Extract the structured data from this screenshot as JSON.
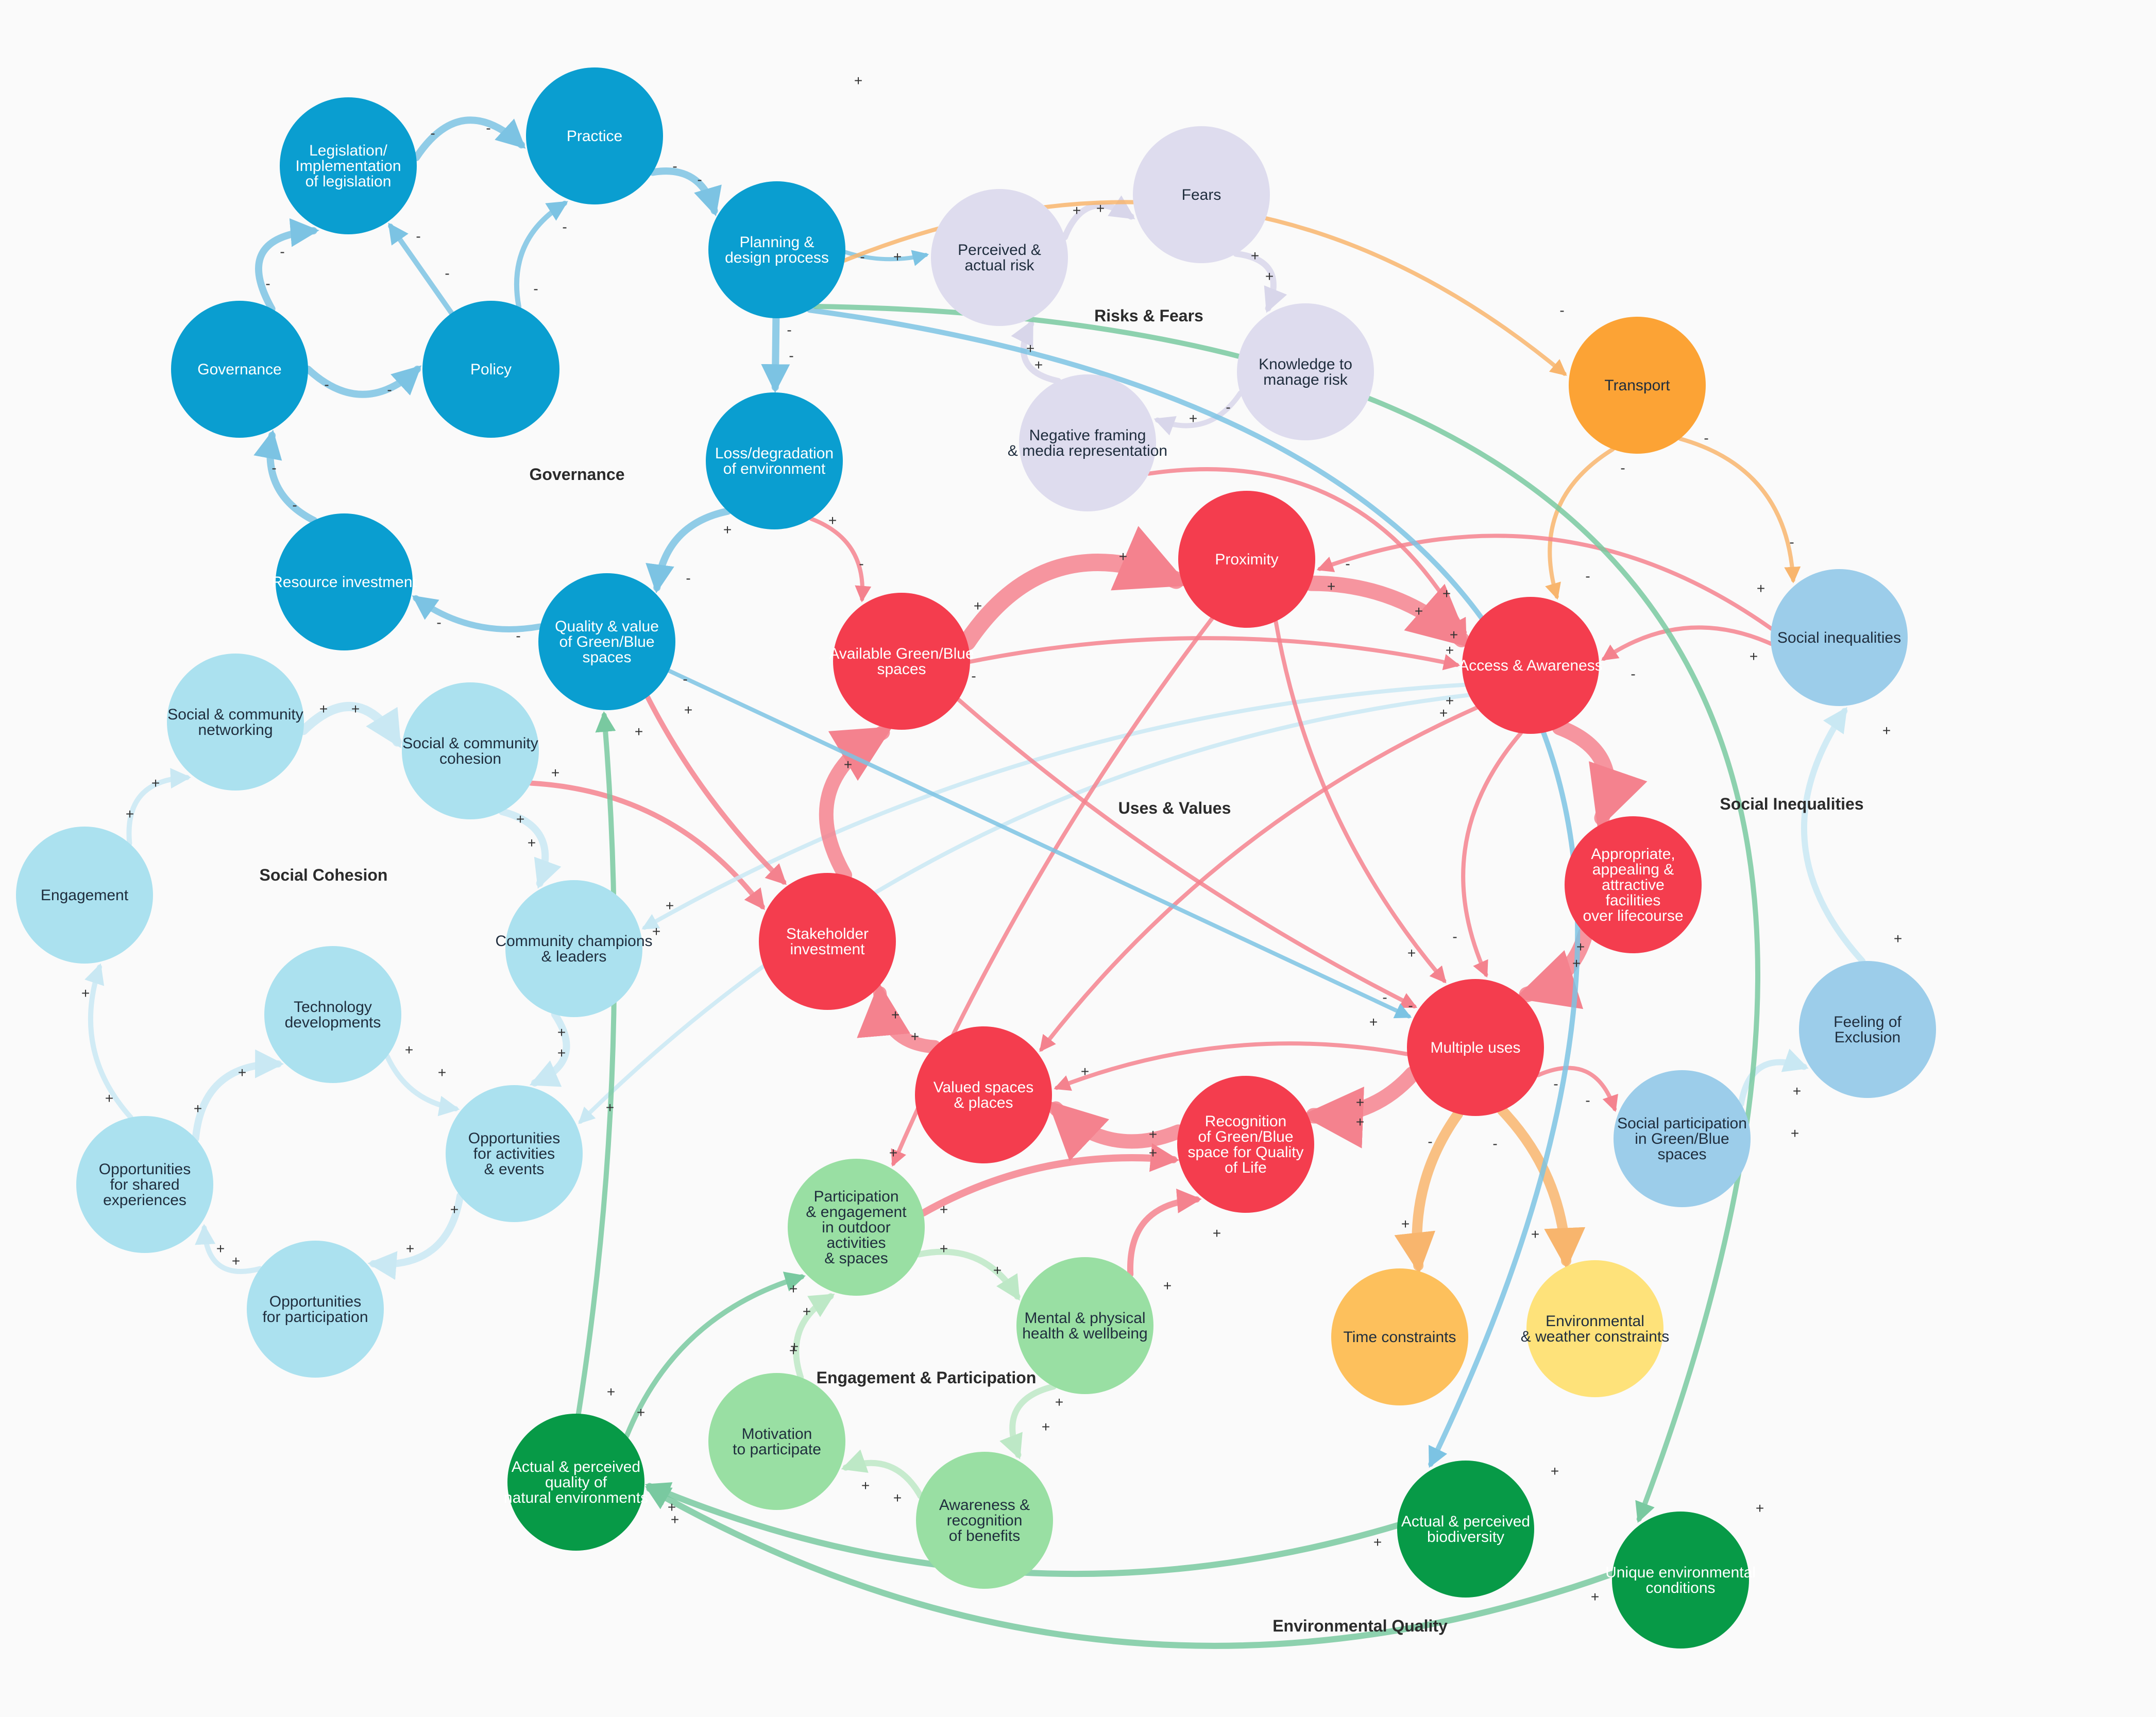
{
  "colors": {
    "governance": "#0a9ed0",
    "social_cohesion": "#abe1ef",
    "risks": "#dedcee",
    "uses": "#f43d4e",
    "social_ineq": "#9ccdea",
    "transport": "#fca335",
    "time": "#fdc05c",
    "env_weather": "#fee27a",
    "engagement": "#99dfa3",
    "env_quality": "#079a47"
  },
  "clusters": [
    {
      "id": "governance",
      "label": "Governance"
    },
    {
      "id": "risks",
      "label": "Risks & Fears"
    },
    {
      "id": "social_cohesion",
      "label": "Social Cohesion"
    },
    {
      "id": "uses",
      "label": "Uses & Values"
    },
    {
      "id": "social_ineq",
      "label": "Social Inequalities"
    },
    {
      "id": "engagement",
      "label": "Engagement & Participation"
    },
    {
      "id": "env_quality",
      "label": "Environmental Quality"
    }
  ],
  "nodes": [
    {
      "id": "legislation",
      "group": "governance",
      "lines": [
        "Legislation/",
        "Implementation",
        "of legislation"
      ]
    },
    {
      "id": "practice",
      "group": "governance",
      "lines": [
        "Practice"
      ]
    },
    {
      "id": "planning",
      "group": "governance",
      "lines": [
        "Planning &",
        "design process"
      ]
    },
    {
      "id": "governance_n",
      "group": "governance",
      "lines": [
        "Governance"
      ]
    },
    {
      "id": "policy",
      "group": "governance",
      "lines": [
        "Policy"
      ]
    },
    {
      "id": "loss",
      "group": "governance",
      "lines": [
        "Loss/degradation",
        "of environment"
      ]
    },
    {
      "id": "resource",
      "group": "governance",
      "lines": [
        "Resource investment"
      ]
    },
    {
      "id": "quality",
      "group": "governance",
      "lines": [
        "Quality & value",
        "of Green/Blue",
        "spaces"
      ]
    },
    {
      "id": "perceived_risk",
      "group": "risks",
      "lines": [
        "Perceived &",
        "actual risk"
      ]
    },
    {
      "id": "fears",
      "group": "risks",
      "lines": [
        "Fears"
      ]
    },
    {
      "id": "knowledge",
      "group": "risks",
      "lines": [
        "Knowledge to",
        "manage risk"
      ]
    },
    {
      "id": "negative",
      "group": "risks",
      "lines": [
        "Negative framing",
        "& media representation"
      ]
    },
    {
      "id": "transport",
      "group": "transport",
      "lines": [
        "Transport"
      ]
    },
    {
      "id": "soc_network",
      "group": "social_cohesion",
      "lines": [
        "Social & community",
        "networking"
      ]
    },
    {
      "id": "soc_cohesion",
      "group": "social_cohesion",
      "lines": [
        "Social & community",
        "cohesion"
      ]
    },
    {
      "id": "engagement_n",
      "group": "social_cohesion",
      "lines": [
        "Engagement"
      ]
    },
    {
      "id": "champions",
      "group": "social_cohesion",
      "lines": [
        "Community champions",
        "& leaders"
      ]
    },
    {
      "id": "technology",
      "group": "social_cohesion",
      "lines": [
        "Technology",
        "developments"
      ]
    },
    {
      "id": "opp_activities",
      "group": "social_cohesion",
      "lines": [
        "Opportunities",
        "for activities",
        "& events"
      ]
    },
    {
      "id": "opp_shared",
      "group": "social_cohesion",
      "lines": [
        "Opportunities",
        "for shared",
        "experiences"
      ]
    },
    {
      "id": "opp_participation",
      "group": "social_cohesion",
      "lines": [
        "Opportunities",
        "for participation"
      ]
    },
    {
      "id": "proximity",
      "group": "uses",
      "lines": [
        "Proximity"
      ]
    },
    {
      "id": "available",
      "group": "uses",
      "lines": [
        "Available Green/Blue",
        "spaces"
      ]
    },
    {
      "id": "access",
      "group": "uses",
      "lines": [
        "Access & Awareness"
      ]
    },
    {
      "id": "appropriate",
      "group": "uses",
      "lines": [
        "Appropriate,",
        "appealing &",
        "attractive",
        "facilities",
        "over lifecourse"
      ]
    },
    {
      "id": "stakeholder",
      "group": "uses",
      "lines": [
        "Stakeholder",
        "investment"
      ]
    },
    {
      "id": "multiple",
      "group": "uses",
      "lines": [
        "Multiple uses"
      ]
    },
    {
      "id": "valued",
      "group": "uses",
      "lines": [
        "Valued spaces",
        "& places"
      ]
    },
    {
      "id": "recognition",
      "group": "uses",
      "lines": [
        "Recognition",
        "of Green/Blue",
        "space for Quality",
        "of Life"
      ]
    },
    {
      "id": "soc_ineq",
      "group": "social_ineq",
      "lines": [
        "Social inequalities"
      ]
    },
    {
      "id": "exclusion",
      "group": "social_ineq",
      "lines": [
        "Feeling of",
        "Exclusion"
      ]
    },
    {
      "id": "soc_participation",
      "group": "social_ineq",
      "lines": [
        "Social participation",
        "in Green/Blue",
        "spaces"
      ]
    },
    {
      "id": "time",
      "group": "time",
      "lines": [
        "Time constraints"
      ]
    },
    {
      "id": "env_weather",
      "group": "env_weather",
      "lines": [
        "Environmental",
        "& weather constraints"
      ]
    },
    {
      "id": "participation",
      "group": "engagement",
      "lines": [
        "Participation",
        "& engagement",
        "in outdoor",
        "activities",
        "& spaces"
      ]
    },
    {
      "id": "mental",
      "group": "engagement",
      "lines": [
        "Mental & physical",
        "health & wellbeing"
      ]
    },
    {
      "id": "motivation",
      "group": "engagement",
      "lines": [
        "Motivation",
        "to participate"
      ]
    },
    {
      "id": "awareness",
      "group": "engagement",
      "lines": [
        "Awareness &",
        "recognition",
        "of benefits"
      ]
    },
    {
      "id": "nat_env",
      "group": "env_quality",
      "lines": [
        "Actual & perceived",
        "quality of",
        "natural environments"
      ]
    },
    {
      "id": "biodiversity",
      "group": "env_quality",
      "lines": [
        "Actual & perceived",
        "biodiversity"
      ]
    },
    {
      "id": "unique",
      "group": "env_quality",
      "lines": [
        "Unique environmental",
        "conditions"
      ]
    }
  ]
}
